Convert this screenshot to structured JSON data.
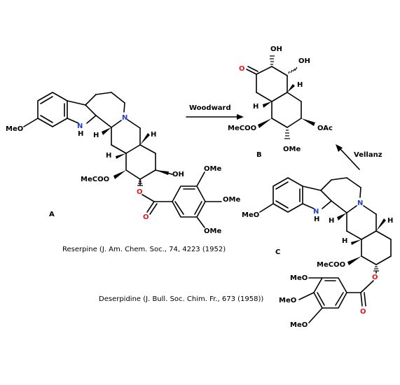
{
  "compounds": {
    "A": {
      "letter": "A",
      "labels": {
        "meo": "MeO",
        "n_ring": "N",
        "nh_n": "N",
        "nh_h": "H",
        "h1": "H",
        "h2": "H",
        "h3": "H",
        "oh": "OH",
        "meco": "MeCOO",
        "o_ester": "O",
        "o_carbonyl": "O",
        "ome1": "OMe",
        "ome2": "OMe",
        "ome3": "OMe"
      },
      "caption": "Reserpine (J. Am. Chem. Soc., 74, 4223 (1952)"
    },
    "B": {
      "letter": "B",
      "labels": {
        "o_keto": "O",
        "oh1": "OH",
        "oh2": "OH",
        "h1": "H",
        "h2": "H",
        "meco": "MeCOO",
        "oac": "OAc",
        "ome": "OMe"
      }
    },
    "C": {
      "letter": "C",
      "labels": {
        "meo": "MeO",
        "n_ring": "N",
        "nh_n": "N",
        "nh_h": "H",
        "h1": "H",
        "h2": "H",
        "h3": "H",
        "meco": "MeCOO",
        "o_ester": "O",
        "o_carbonyl": "O",
        "meo1": "MeO",
        "meo2": "MeO",
        "meo3": "MeO"
      },
      "caption": "Deserpidine (J. Bull. Soc. Chim. Fr., 673 (1958))"
    }
  },
  "arrows": {
    "woodward": "Woodward",
    "vellanz": "Vellanz"
  }
}
